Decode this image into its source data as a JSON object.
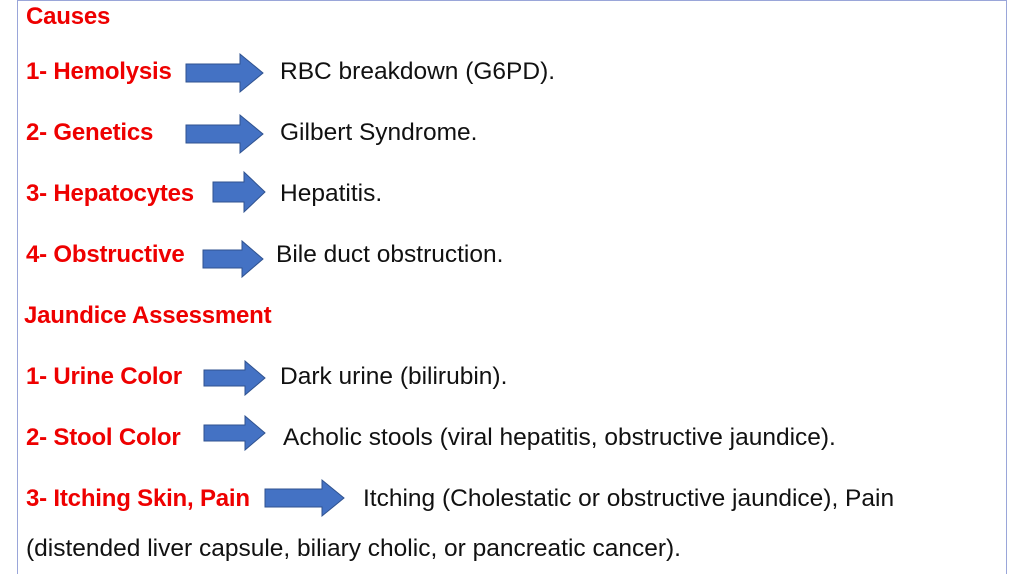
{
  "slide": {
    "causes_heading": "Causes",
    "causes": [
      {
        "label": "1- Hemolysis",
        "description": "RBC breakdown (G6PD)."
      },
      {
        "label": "2- Genetics",
        "description": "Gilbert Syndrome."
      },
      {
        "label": "3- Hepatocytes",
        "description": "Hepatitis."
      },
      {
        "label": "4- Obstructive",
        "description": "Bile duct obstruction."
      }
    ],
    "assessment_heading": "Jaundice Assessment",
    "assessment": [
      {
        "label": "1- Urine Color",
        "description": "Dark urine (bilirubin)."
      },
      {
        "label": "2- Stool Color",
        "description": "Acholic stools (viral hepatitis, obstructive jaundice)."
      },
      {
        "label": "3- Itching Skin, Pain",
        "description": "Itching (Cholestatic or obstructive jaundice), Pain",
        "continuation": "(distended liver capsule, biliary cholic, or pancreatic cancer)."
      }
    ],
    "colors": {
      "heading": "#ee0000",
      "arrow": "#4472c4",
      "arrow_stroke": "#2f528f",
      "body_text": "#111111",
      "border": "#9aa6d9"
    }
  }
}
